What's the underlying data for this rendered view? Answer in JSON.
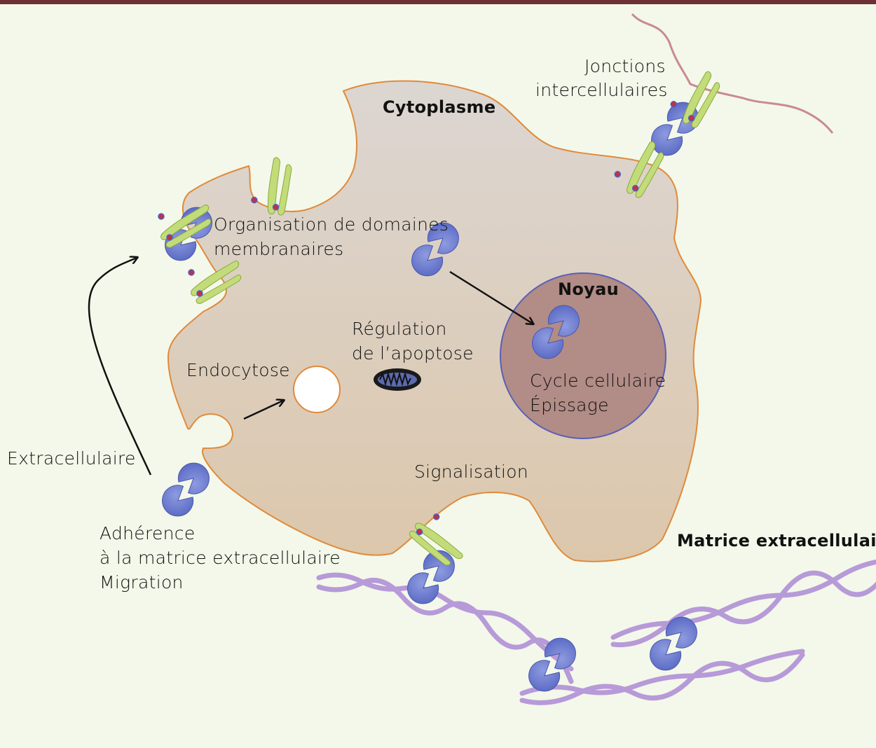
{
  "labels": {
    "cytoplasme": "Cytoplasme",
    "noyau": "Noyau",
    "jonctions_1": "Jonctions",
    "jonctions_2": "intercellulaires",
    "organisation_1": "Organisation de domaines",
    "organisation_2": "membranaires",
    "regulation_1": "Régulation",
    "regulation_2": "de l’apoptose",
    "endocytose": "Endocytose",
    "cycle": "Cycle cellulaire",
    "epissage": "Épissage",
    "extracellulaire": "Extracellulaire",
    "signalisation": "Signalisation",
    "adherence_1": "Adhérence",
    "adherence_2": "à la matrice extracellulaire",
    "adherence_3": "Migration",
    "matrice": "Matrice extracellulaire"
  },
  "colors": {
    "background": "#f3f8ea",
    "top_bar": "#6e2f35",
    "cell_fill": "#dccfc3",
    "cell_outline": "#e08a3a",
    "nucleus_fill": "#b28c86",
    "nucleus_outline": "#5a5fb8",
    "galectin": "#6f7fd0",
    "glycoprotein": "#c3dc7a",
    "collagen": "#b79ad8",
    "neighbor_membrane": "#c98a90"
  }
}
